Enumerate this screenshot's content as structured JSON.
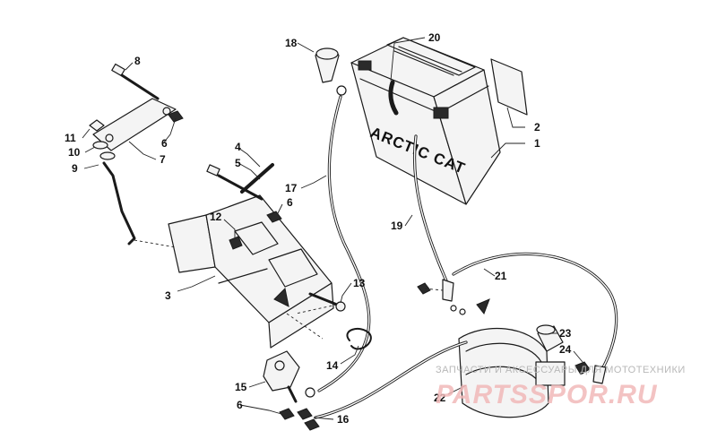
{
  "diagram": {
    "callouts": [
      {
        "id": "c1",
        "label": "1"
      },
      {
        "id": "c2",
        "label": "2"
      },
      {
        "id": "c3",
        "label": "3"
      },
      {
        "id": "c4",
        "label": "4"
      },
      {
        "id": "c5",
        "label": "5"
      },
      {
        "id": "c6a",
        "label": "6"
      },
      {
        "id": "c6b",
        "label": "6"
      },
      {
        "id": "c6c",
        "label": "6"
      },
      {
        "id": "c7",
        "label": "7"
      },
      {
        "id": "c8",
        "label": "8"
      },
      {
        "id": "c9",
        "label": "9"
      },
      {
        "id": "c10",
        "label": "10"
      },
      {
        "id": "c11",
        "label": "11"
      },
      {
        "id": "c12",
        "label": "12"
      },
      {
        "id": "c13",
        "label": "13"
      },
      {
        "id": "c14",
        "label": "14"
      },
      {
        "id": "c15",
        "label": "15"
      },
      {
        "id": "c16",
        "label": "16"
      },
      {
        "id": "c17",
        "label": "17"
      },
      {
        "id": "c18",
        "label": "18"
      },
      {
        "id": "c19",
        "label": "19"
      },
      {
        "id": "c20",
        "label": "20"
      },
      {
        "id": "c21",
        "label": "21"
      },
      {
        "id": "c22",
        "label": "22"
      },
      {
        "id": "c23",
        "label": "23"
      },
      {
        "id": "c24",
        "label": "24"
      }
    ],
    "battery_brand": "ARCTIC CAT"
  },
  "watermark": {
    "caption": "ЗАПЧАСТИ И АКСЕССУАРЫ ДЛЯ МОТОТЕХНИКИ",
    "site": "PARTSSPOR.RU"
  },
  "colors": {
    "line": "#1a1a1a",
    "watermark_text": "#b8b8b8",
    "watermark_brand": "#f1b9b9"
  }
}
